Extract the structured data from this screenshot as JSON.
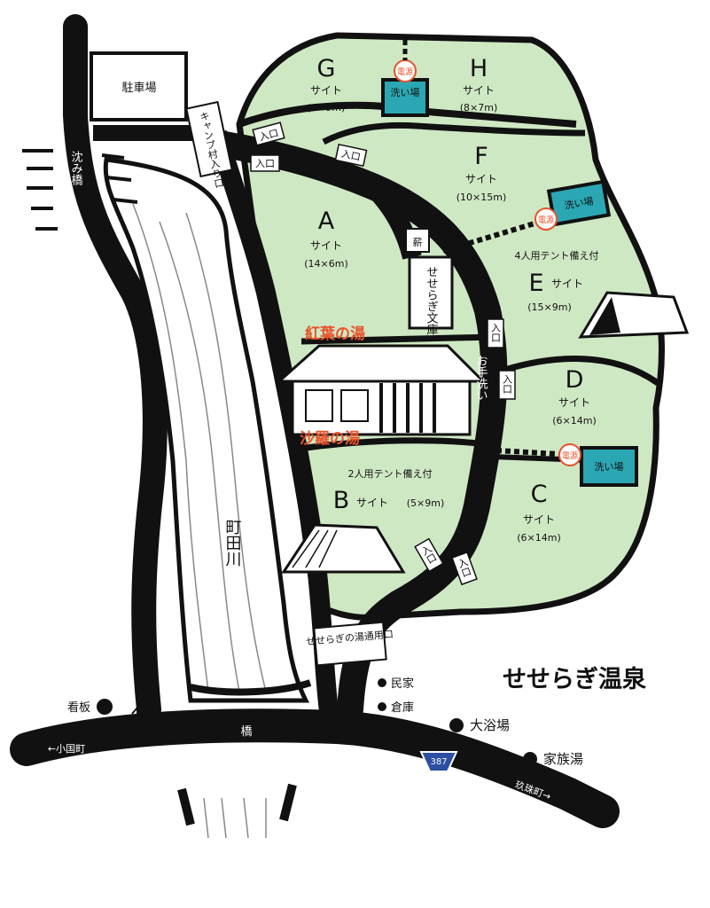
{
  "title": "せせらぎ温泉",
  "parking": "駐車場",
  "bridge_sink": "沈み橋",
  "bridge": "橋",
  "river": "町田川",
  "camp_entrance": "キャンプ村入り口",
  "entrance": "入口",
  "bath_entrance": "せせらぎの湯通用口",
  "sites": [
    {
      "id": "G",
      "label": "サイト",
      "size": "(9×9m)"
    },
    {
      "id": "H",
      "label": "サイト",
      "size": "(8×7m)"
    },
    {
      "id": "F",
      "label": "サイト",
      "size": "(10×15m)"
    },
    {
      "id": "A",
      "label": "サイト",
      "size": "(14×6m)"
    },
    {
      "id": "E",
      "label": "サイト",
      "size": "(15×9m)",
      "note": "4人用テント備え付"
    },
    {
      "id": "D",
      "label": "サイト",
      "size": "(6×14m)"
    },
    {
      "id": "C",
      "label": "サイト",
      "size": "(6×14m)"
    },
    {
      "id": "B",
      "label": "サイト",
      "size": "(5×9m)",
      "note": "2人用テント備え付"
    }
  ],
  "facilities": {
    "washroom": "洗い場",
    "power": "電源",
    "firewood": "薪",
    "library": "せせらぎ文庫",
    "koyo_bath": "紅葉の湯",
    "shara_bath": "沙羅の湯",
    "restroom": "お手洗い"
  },
  "legend": {
    "minka": "民家",
    "soko": "倉庫",
    "daiyokujo": "大浴場",
    "kazokuyu": "家族湯",
    "kanban": "看板"
  },
  "roads": {
    "left_town": "←小国町",
    "right_town": "玖珠町→",
    "route": "387"
  },
  "colors": {
    "site_fill": "#cfe8c4",
    "road": "#111111",
    "wash_fill": "#2ba7b4",
    "accent_red": "#e8532c"
  }
}
